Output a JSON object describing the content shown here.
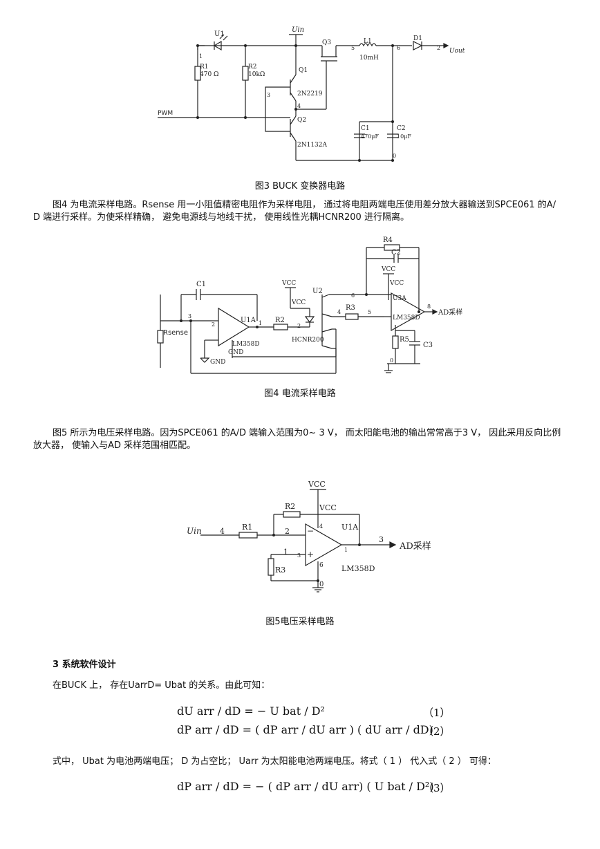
{
  "fig3": {
    "caption": "图3 BUCK 变换器电路",
    "labels": {
      "u1": "U1",
      "r1": "R1",
      "r1v": "470 Ω",
      "r2": "R2",
      "r2v": "10kΩ",
      "uin": "Uin",
      "q1": "Q1",
      "q1p": "2N2219",
      "q2": "Q2",
      "q2p": "2N1132A",
      "q3": "Q3",
      "l1": "L1",
      "l1v": "10mH",
      "d1": "D1",
      "uout": "Uout",
      "c1": "C1",
      "c1v": "470μF",
      "c2": "C2",
      "c2v": "10μF",
      "pwm": "PWM",
      "n1": "1",
      "n3": "3",
      "n4": "4",
      "n5": "5",
      "n6": "6",
      "n2": "2",
      "n0": "0"
    }
  },
  "para1": "图4 为电流采样电路。Rsense 用一小阻值精密电阻作为采样电阻， 通过将电阻两端电压使用差分放大器输送到SPCE061 的A/ D 端进行采样。为使采样精确， 避免电源线与地线干扰， 使用线性光耦HCNR200 进行隔离。",
  "fig4": {
    "caption": "图4 电流采样电路",
    "labels": {
      "r4": "R4",
      "c2": "C2",
      "vcc": "VCC",
      "c1": "C1",
      "u2": "U2",
      "u3a": "U3A",
      "u1a": "U1A",
      "r2": "R2",
      "r3": "R3",
      "rsense": "Rsense",
      "lm358d": "LM358D",
      "hcnr": "HCNR200",
      "gnd": "GND",
      "r5": "R5",
      "c3": "C3",
      "ad": "AD采样",
      "n1": "1",
      "n2": "2",
      "n3": "3",
      "n4": "4",
      "n5": "5",
      "n6": "6",
      "n8": "8",
      "n0": "0"
    }
  },
  "para2": "图5 所示为电压采样电路。因为SPCE061 的A/D 端输入范围为0~ 3 V， 而太阳能电池的输出常常高于3 V， 因此采用反向比例放大器， 使输入与AD 采样范围相匹配。",
  "fig5": {
    "caption": "图5电压采样电路",
    "labels": {
      "vcc": "VCC",
      "r2": "R2",
      "vcc2": "VCC",
      "u1a": "U1A",
      "uin": "Uin",
      "r1": "R1",
      "r3": "R3",
      "ad": "AD采样",
      "lm358d": "LM358D",
      "n4": "4",
      "n2": "2",
      "n1": "1",
      "n3": "3",
      "n6": "6",
      "n0": "0"
    }
  },
  "section": {
    "heading": "3 系统软件设计",
    "intro": "在BUCK 上， 存在UarrD= Ubat 的关系。由此可知：",
    "eq1": "dU arr / dD = − U bat / D²",
    "eq1num": "（1）",
    "eq2": "dP arr / dD = ( dP arr / dU arr ) ( dU arr / dD)",
    "eq2num": "（2）",
    "explain": "式中， Ubat 为电池两端电压； D 为占空比； Uarr 为太阳能电池两端电压。将式（ 1 ） 代入式（ 2 ） 可得：",
    "eq3": "dP arr / dD = − ( dP arr / dU arr) ( U bat / D²)",
    "eq3num": "（3）"
  }
}
